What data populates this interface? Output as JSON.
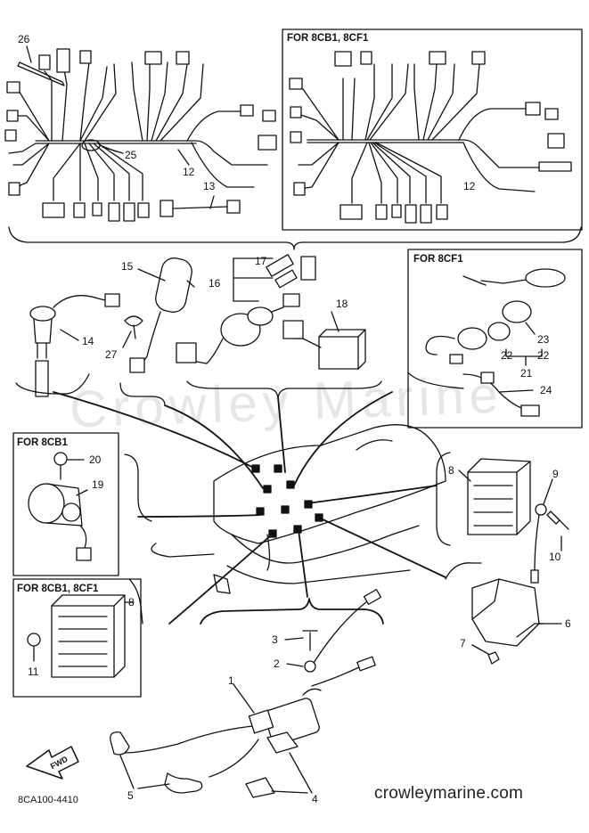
{
  "watermark": "Crowley Marine",
  "site_url": "crowleymarine.com",
  "part_code": "8CA100-4410",
  "fwd_label": "FWD",
  "boxes": {
    "top_right": "FOR 8CB1, 8CF1",
    "mid_right": "FOR 8CF1",
    "mid_left": "FOR 8CB1",
    "low_left": "FOR 8CB1, 8CF1"
  },
  "callouts": {
    "c26": "26",
    "c25": "25",
    "c12a": "12",
    "c13": "13",
    "c12b": "12",
    "c15": "15",
    "c17": "17",
    "c16": "16",
    "c18": "18",
    "c14": "14",
    "c27": "27",
    "c23": "23",
    "c22": "22",
    "c21": "21",
    "c24": "24",
    "c20": "20",
    "c19": "19",
    "c8a": "8",
    "c9": "9",
    "c10": "10",
    "c8b": "8",
    "c11": "11",
    "c6": "6",
    "c7": "7",
    "c3": "3",
    "c2": "2",
    "c1": "1",
    "c5": "5",
    "c4": "4"
  }
}
